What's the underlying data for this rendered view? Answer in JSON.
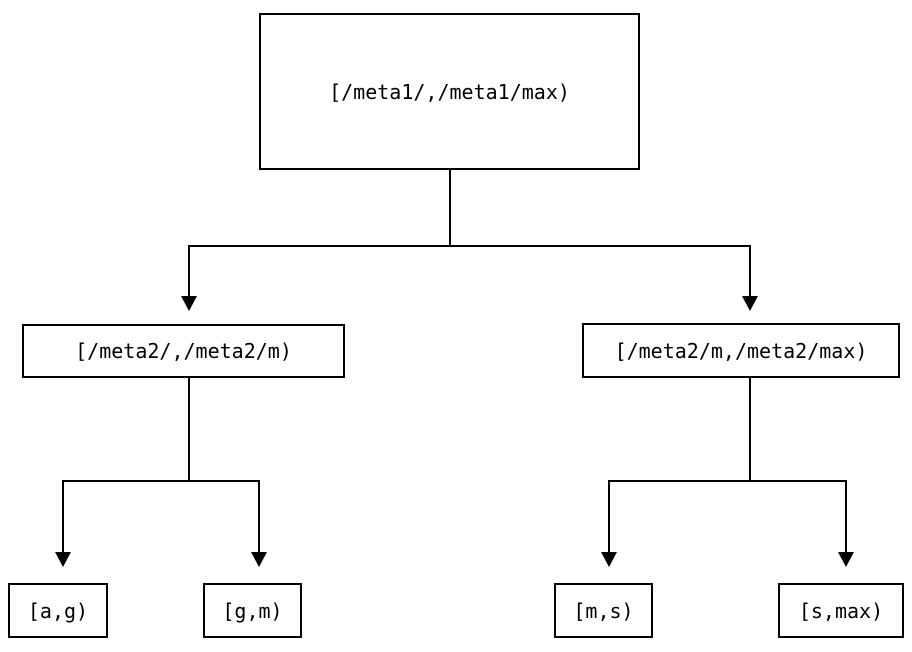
{
  "diagram": {
    "type": "tree",
    "description": "Binary interval partition tree with three levels",
    "root": {
      "label": "[/meta1/,/meta1/max)"
    },
    "level2": [
      {
        "label": "[/meta2/,/meta2/m)",
        "parent": "[/meta1/,/meta1/max)"
      },
      {
        "label": "[/meta2/m,/meta2/max)",
        "parent": "[/meta1/,/meta1/max)"
      }
    ],
    "level3": [
      {
        "label": "[a,g)",
        "parent": "[/meta2/,/meta2/m)"
      },
      {
        "label": "[g,m)",
        "parent": "[/meta2/,/meta2/m)"
      },
      {
        "label": "[m,s)",
        "parent": "[/meta2/m,/meta2/max)"
      },
      {
        "label": "[s,max)",
        "parent": "[/meta2/m,/meta2/max)"
      }
    ],
    "colors": {
      "background": "#ffffff",
      "box_fill": "#ffffff",
      "box_border": "#000000",
      "line": "#000000",
      "text": "#000000"
    }
  }
}
